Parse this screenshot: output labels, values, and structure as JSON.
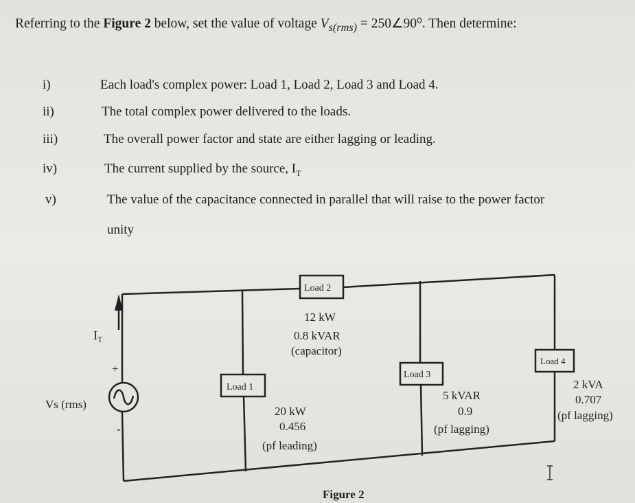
{
  "intro": {
    "prefix": "Referring to the ",
    "figure_ref": "Figure 2",
    "middle": " below, set the value of voltage ",
    "voltage_symbol": "V",
    "voltage_subscript": "s(rms)",
    "voltage_value": " = 250∠90⁰",
    "suffix": ". Then determine:"
  },
  "questions": [
    {
      "num": "i)",
      "text": "Each load's complex power: Load 1, Load 2, Load 3 and Load 4."
    },
    {
      "num": "ii)",
      "text": "The total complex power delivered to the loads."
    },
    {
      "num": "iii)",
      "text": "The overall power factor and state are either lagging or leading."
    },
    {
      "num": "iv)",
      "text": "The current supplied by the source, I",
      "sub": "T"
    },
    {
      "num": "v)",
      "text": "The value of the capacitance connected in parallel that will raise to the power factor",
      "cont": "unity"
    }
  ],
  "figure": {
    "caption": "Figure 2",
    "source": {
      "label": "Vs (rms)",
      "plus": "+",
      "minus": "-",
      "current": "I",
      "current_sub": "T"
    },
    "loads": [
      {
        "name": "Load 1",
        "lines": [
          "20 kW",
          "0.456",
          "(pf leading)"
        ]
      },
      {
        "name": "Load 2",
        "lines": [
          "12 kW",
          "0.8 kVAR",
          "(capacitor)"
        ]
      },
      {
        "name": "Load 3",
        "lines": [
          "5 kVAR",
          "0.9",
          "(pf lagging)"
        ]
      },
      {
        "name": "Load 4",
        "lines": [
          "2 kVA",
          "0.707",
          "(pf lagging)"
        ]
      }
    ]
  }
}
